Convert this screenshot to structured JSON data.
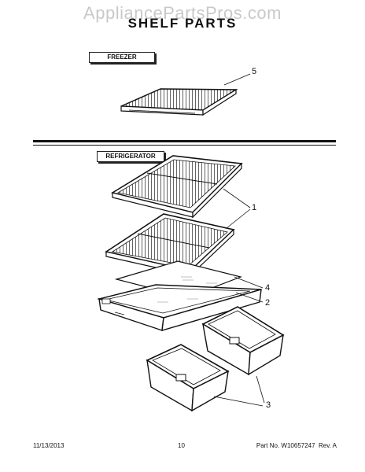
{
  "watermark": "AppliancePartsPros.com",
  "title": "SHELF PARTS",
  "sections": {
    "freezer": "FREEZER",
    "refrigerator": "REFRIGERATOR"
  },
  "callouts": {
    "shelf_freezer": "5",
    "shelf_wire": "1",
    "glass_insert": "4",
    "crisper_cover_frame": "2",
    "crisper_drawers": "3"
  },
  "footer": {
    "date": "11/13/2013",
    "page": "10",
    "part_info": "Part No. W10657247  Rev. A"
  }
}
